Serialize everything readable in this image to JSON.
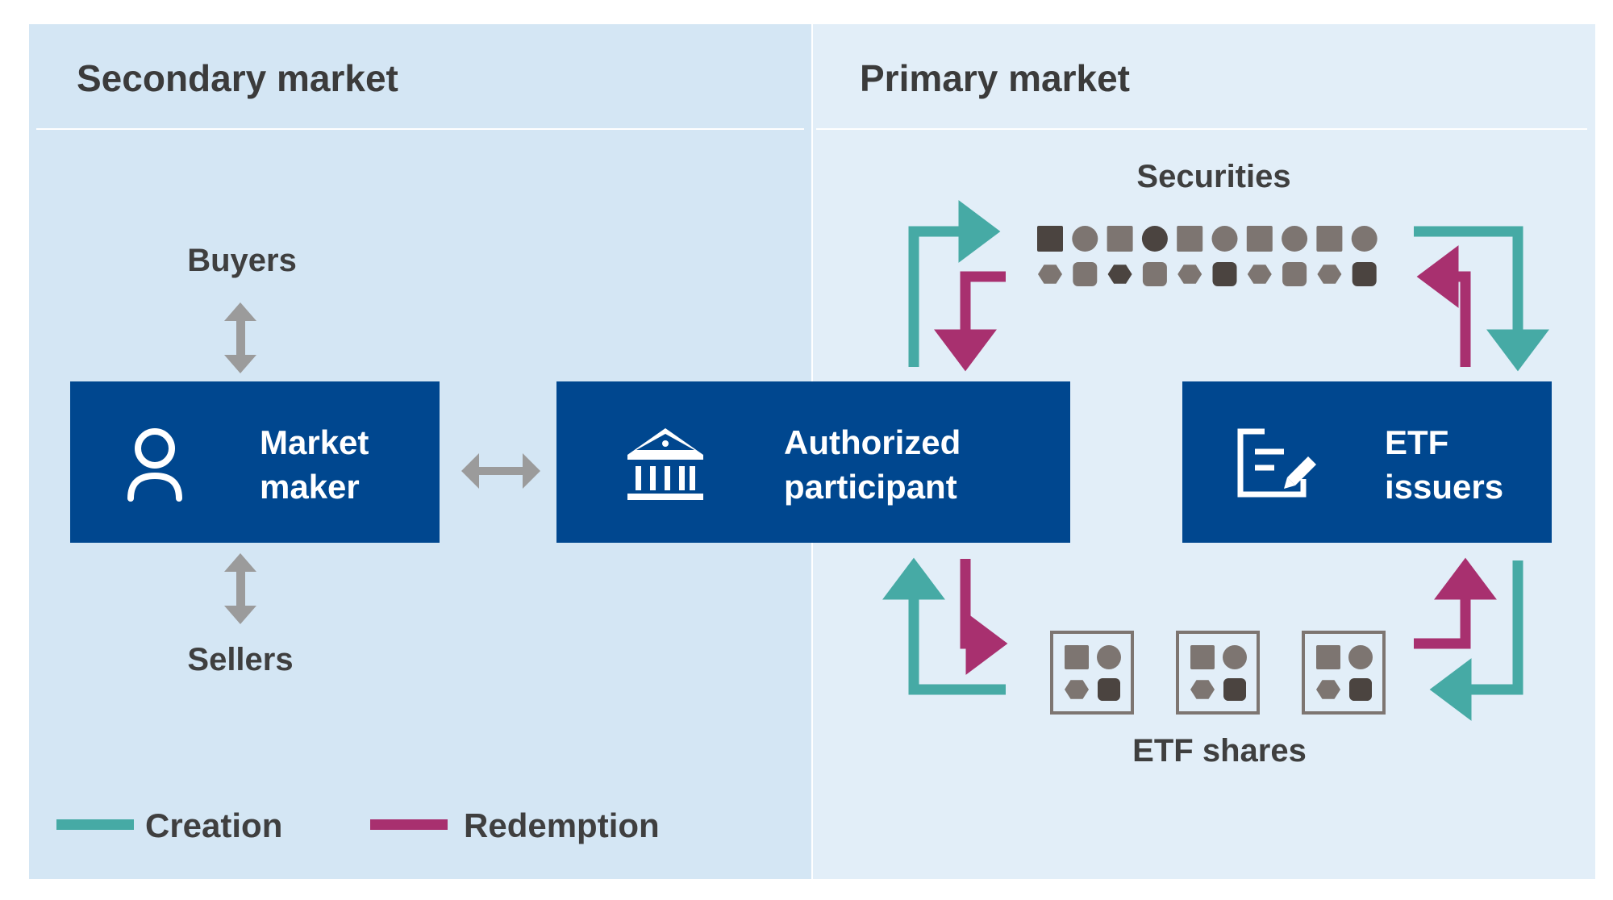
{
  "panels": {
    "secondary": {
      "title": "Secondary market"
    },
    "primary": {
      "title": "Primary market"
    }
  },
  "nodes": {
    "buyers": "Buyers",
    "sellers": "Sellers",
    "market_maker": {
      "line1": "Market",
      "line2": "maker",
      "icon": "person-icon"
    },
    "authorized_participant": {
      "line1": "Authorized",
      "line2": "participant",
      "icon": "bank-icon"
    },
    "etf_issuers": {
      "line1": "ETF",
      "line2": "issuers",
      "icon": "document-edit-icon"
    },
    "securities": "Securities",
    "etf_shares": "ETF shares"
  },
  "legend": {
    "creation": "Creation",
    "redemption": "Redemption"
  },
  "colors": {
    "secondary_bg": "#d4e6f4",
    "primary_bg": "#e2eef8",
    "box": "#00478f",
    "creation": "#46aaa5",
    "redemption": "#a8306f",
    "gray_arrow": "#9b9b9b",
    "shape_dark": "#4b4440",
    "shape_mid": "#7d7571"
  }
}
